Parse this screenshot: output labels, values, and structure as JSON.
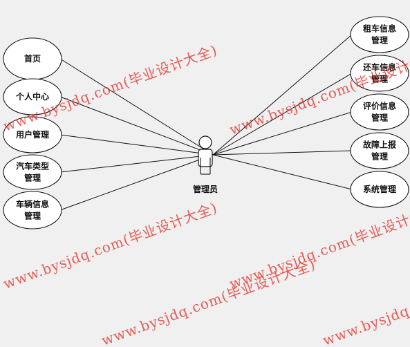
{
  "actor": {
    "label": "管理员"
  },
  "left_use_cases": [
    {
      "id": "home",
      "lines": [
        "首页"
      ]
    },
    {
      "id": "personal-center",
      "lines": [
        "个人中心"
      ]
    },
    {
      "id": "user-management",
      "lines": [
        "用户管理"
      ]
    },
    {
      "id": "car-type",
      "lines": [
        "汽车类型",
        "管理"
      ]
    },
    {
      "id": "vehicle-info",
      "lines": [
        "车辆信息",
        "管理"
      ]
    }
  ],
  "right_use_cases": [
    {
      "id": "rental-info",
      "lines": [
        "租车信息",
        "管理"
      ]
    },
    {
      "id": "return-info",
      "lines": [
        "还车信息",
        "管理"
      ]
    },
    {
      "id": "review-info",
      "lines": [
        "评价信息",
        "管理"
      ]
    },
    {
      "id": "fault-report",
      "lines": [
        "故障上报",
        "管理"
      ]
    },
    {
      "id": "system-management",
      "lines": [
        "系统管理"
      ]
    }
  ],
  "watermark": "www.bysjdq.com(毕业设计大全)"
}
